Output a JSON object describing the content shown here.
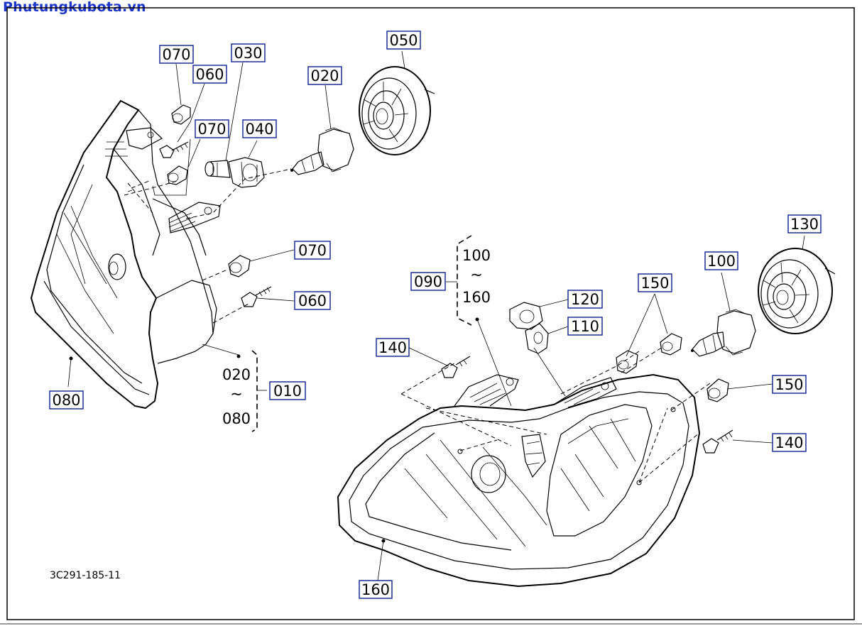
{
  "header": {
    "site": "Phutungkubota.vn"
  },
  "drawing_id": "3C291-185-11",
  "callouts": {
    "c050": "050",
    "c070a": "070",
    "c030": "030",
    "c060a": "060",
    "c020": "020",
    "c070b": "070",
    "c040": "040",
    "c070c": "070",
    "c060b": "060",
    "c080": "080",
    "c010": "010",
    "c130": "130",
    "c100": "100",
    "c090": "090",
    "c150a": "150",
    "c120": "120",
    "c110": "110",
    "c140a": "140",
    "c150b": "150",
    "c140b": "140",
    "c160": "160"
  },
  "ranges": {
    "left_from": "020",
    "left_tilde": "~",
    "left_to": "080",
    "right_from": "100",
    "right_tilde": "~",
    "right_to": "160"
  },
  "colors": {
    "watermark": "#1d35c9",
    "callout_border": "#0a1f8f"
  }
}
